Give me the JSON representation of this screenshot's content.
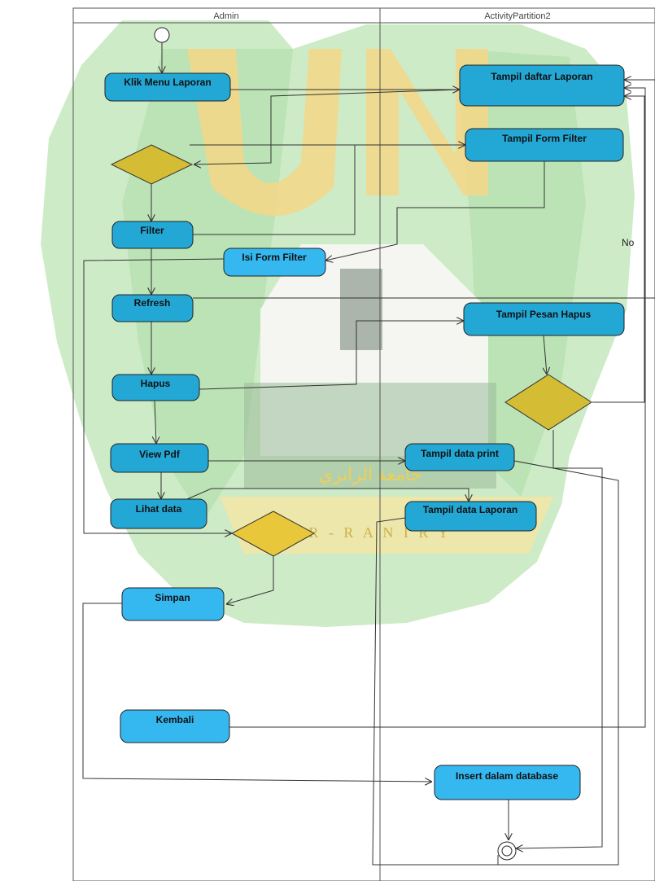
{
  "lanes": {
    "left": "Admin",
    "right": "ActivityPartition2"
  },
  "watermark": {
    "arabic": "جامعة الرانري",
    "latin": "A R - R A N I R Y"
  },
  "nodes": {
    "klik_menu_laporan": "Klik Menu Laporan",
    "tampil_daftar_laporan": "Tampil daftar Laporan",
    "tampil_form_filter": "Tampil Form Filter",
    "filter": "Filter",
    "isi_form_filter": "Isi Form Filter",
    "refresh": "Refresh",
    "tampil_pesan_hapus": "Tampil Pesan Hapus",
    "hapus": "Hapus",
    "view_pdf": "View Pdf",
    "tampil_data_print": "Tampil data print",
    "lihat_data": "Lihat data",
    "tampil_data_laporan": "Tampil data Laporan",
    "simpan": "Simpan",
    "kembali": "Kembali",
    "insert_dalam_database": "Insert dalam database"
  },
  "edge_labels": {
    "no": "No"
  },
  "colors": {
    "action_dark": "#23a8d6",
    "action_light": "#35b8f0",
    "decision": "#d4bd34",
    "watermark_green": "#2e9a3c",
    "watermark_yellow": "#f0cf2a"
  }
}
